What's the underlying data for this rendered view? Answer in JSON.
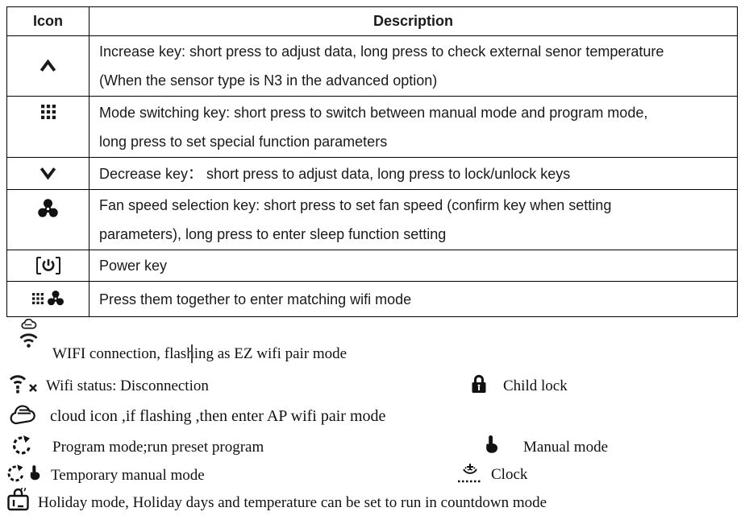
{
  "table": {
    "headers": {
      "icon": "Icon",
      "description": "Description"
    },
    "rows": [
      {
        "icon": "increase-arrow-icon",
        "lines": [
          "Increase key: short press to adjust data, long press to check external senor temperature",
          "(When the sensor type is N3 in the advanced option)"
        ]
      },
      {
        "icon": "mode-grid-icon",
        "lines": [
          "Mode switching key: short press to switch between manual mode and program mode,",
          "long press to set special function parameters"
        ]
      },
      {
        "icon": "decrease-arrow-icon",
        "lines": [
          "Decrease key： short press to adjust data, long press to lock/unlock keys"
        ]
      },
      {
        "icon": "fan-icon",
        "lines": [
          "Fan speed selection key: short press to set fan speed (confirm key when setting",
          "parameters), long press to enter sleep function setting"
        ]
      },
      {
        "icon": "power-icon",
        "lines": [
          "Power key"
        ]
      },
      {
        "icon": "mode-grid-icon+fan-icon",
        "lines": [
          "Press them together to enter matching wifi mode"
        ]
      }
    ]
  },
  "legend": {
    "wifi_connection": "WIFI connection, flashing as EZ wifi pair mode",
    "wifi_disconnection": "Wifi status: Disconnection",
    "child_lock": "Child lock",
    "cloud": "cloud icon ,if flashing ,then enter AP wifi pair mode",
    "program_mode": "Program mode;run preset program",
    "manual_mode": "Manual mode",
    "temporary_manual_mode": "Temporary manual mode",
    "clock": "Clock",
    "holiday_mode": "Holiday mode, Holiday days and temperature can be set to run in countdown mode"
  },
  "icons": [
    "increase-arrow-icon",
    "mode-grid-icon",
    "decrease-arrow-icon",
    "fan-icon",
    "power-icon",
    "wifi-cloud-icon",
    "wifi-disconnected-icon",
    "cloud-icon",
    "program-mode-icon",
    "manual-hand-icon",
    "temporary-manual-icon",
    "clock-icon",
    "child-lock-icon",
    "holiday-icon"
  ],
  "colors": {
    "ink": "#1a1a1a",
    "border": "#000000",
    "background": "#ffffff"
  }
}
